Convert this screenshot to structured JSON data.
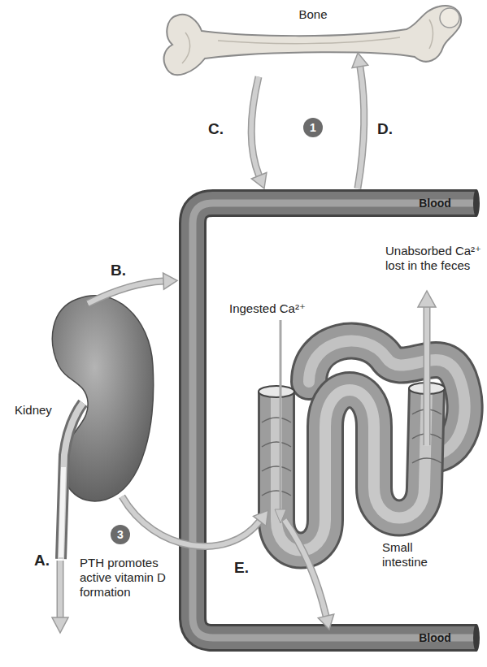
{
  "diagram": {
    "nodes": [
      {
        "text": [
          "Bone"
        ]
      },
      {
        "text": [
          "1"
        ]
      },
      {
        "text": [
          "Blood",
          "Blood"
        ]
      },
      {
        "text": [
          "Kidney"
        ]
      },
      {
        "text": [
          "Small intestine"
        ]
      },
      {
        "text": [
          "3"
        ]
      }
    ],
    "edges": [
      {
        "from": 0,
        "to": 2,
        "arrow": "to",
        "label": "C."
      },
      {
        "from": 2,
        "to": 0,
        "arrow": "to",
        "label": "D."
      },
      {
        "from": 3,
        "to": 2,
        "arrow": "to",
        "label": "B."
      },
      {
        "from": 3,
        "to": 4,
        "arrow": "to"
      },
      {
        "from": 4,
        "to": 2,
        "arrow": "to",
        "label": "E."
      }
    ],
    "labels": [
      "Ingested Ca²⁺",
      "Unabsorbed Ca²⁺ lost in the feces",
      "A.",
      "PTH promotes active vitamin D formation"
    ]
  }
}
